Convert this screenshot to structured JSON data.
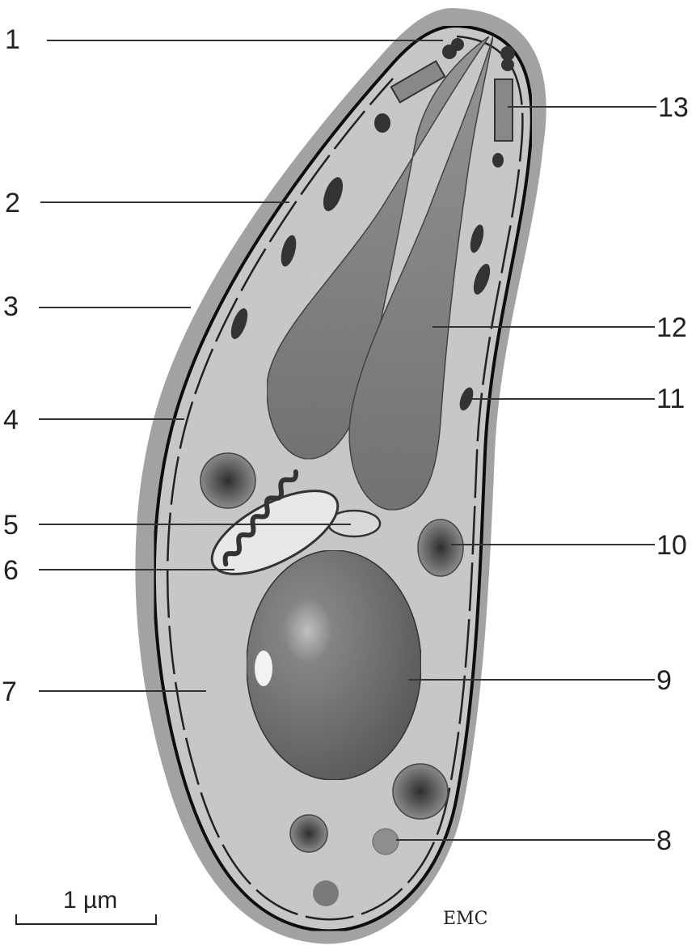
{
  "diagram": {
    "labels_left": [
      {
        "id": "1",
        "text": "1"
      },
      {
        "id": "2",
        "text": "2"
      },
      {
        "id": "3",
        "text": "3"
      },
      {
        "id": "4",
        "text": "4"
      },
      {
        "id": "5",
        "text": "5"
      },
      {
        "id": "6",
        "text": "6"
      },
      {
        "id": "7",
        "text": "7"
      }
    ],
    "labels_right": [
      {
        "id": "13",
        "text": "13"
      },
      {
        "id": "12",
        "text": "12"
      },
      {
        "id": "11",
        "text": "11"
      },
      {
        "id": "10",
        "text": "10"
      },
      {
        "id": "9",
        "text": "9"
      },
      {
        "id": "8",
        "text": "8"
      }
    ],
    "scale_bar": {
      "label": "1 µm"
    },
    "signature": "EMC",
    "colors": {
      "cell_halo": "#a9a9a9",
      "cytoplasm": "#cfcfcf",
      "membrane": "#111111",
      "organelle_dark": "#6a6a6a",
      "nucleus": "#7b7b7b"
    }
  }
}
